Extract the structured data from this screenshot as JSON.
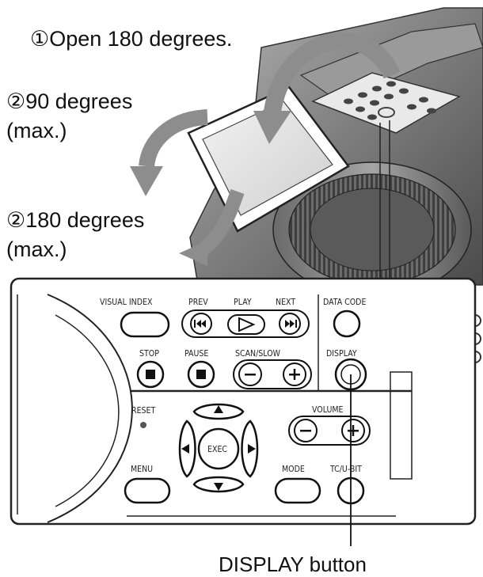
{
  "instructions": {
    "step1_marker": "①",
    "step1_text": "Open 180 degrees.",
    "step2a_marker": "②",
    "step2a_line1": "90 degrees",
    "step2a_line2": "(max.)",
    "step2b_marker": "②",
    "step2b_line1": "180 degrees",
    "step2b_line2": "(max.)"
  },
  "panel": {
    "labels": {
      "visual_index": "VISUAL INDEX",
      "prev": "PREV",
      "play": "PLAY",
      "next": "NEXT",
      "data_code": "DATA CODE",
      "stop": "STOP",
      "pause": "PAUSE",
      "scan_slow": "SCAN/SLOW",
      "display": "DISPLAY",
      "reset": "RESET",
      "volume": "VOLUME",
      "exec": "EXEC",
      "menu": "MENU",
      "mode": "MODE",
      "tc_ubit": "TC/U-BIT"
    }
  },
  "callout": {
    "text": "DISPLAY button"
  },
  "icons": {
    "prev": "skip-back-icon",
    "play": "play-icon",
    "next": "skip-forward-icon",
    "stop": "stop-icon",
    "pause": "pause-icon",
    "minus": "minus-icon",
    "plus": "plus-icon",
    "arrows": "direction-arrow-icon"
  },
  "colors": {
    "ink": "#111111",
    "camera_gray": "#8a8a8a",
    "panel_bg": "#ffffff"
  }
}
